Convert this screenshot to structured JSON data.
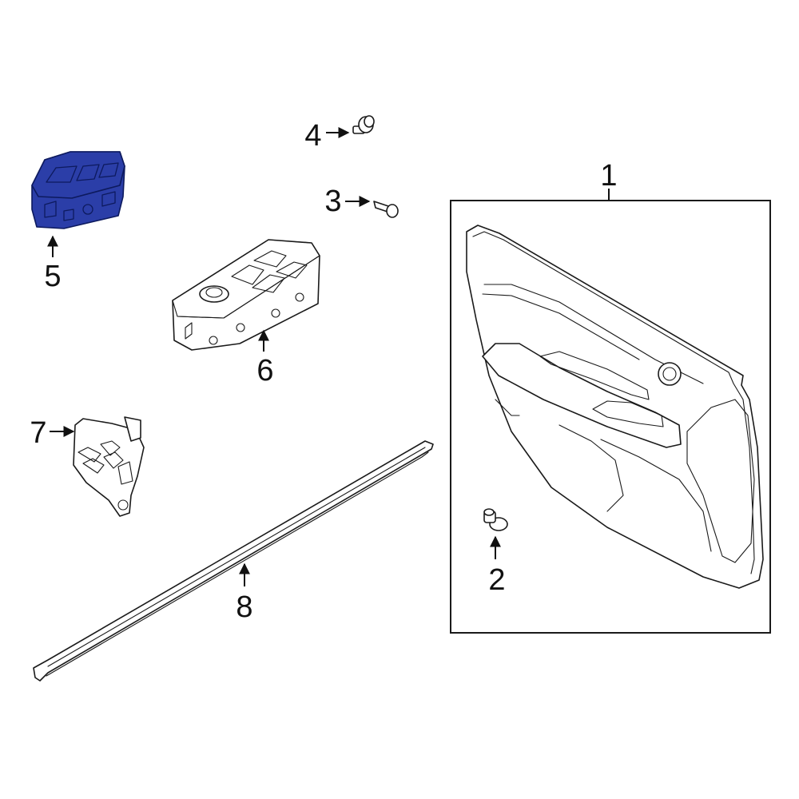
{
  "colors": {
    "highlight_fill": "#2b3ea8",
    "highlight_stroke": "#0d1a5e",
    "line": "#1a1a1a",
    "background": "#ffffff"
  },
  "callouts": {
    "part_1": "1",
    "part_2": "2",
    "part_3": "3",
    "part_4": "4",
    "part_5": "5",
    "part_6": "6",
    "part_7": "7",
    "part_8": "8"
  },
  "highlighted_part": "5"
}
